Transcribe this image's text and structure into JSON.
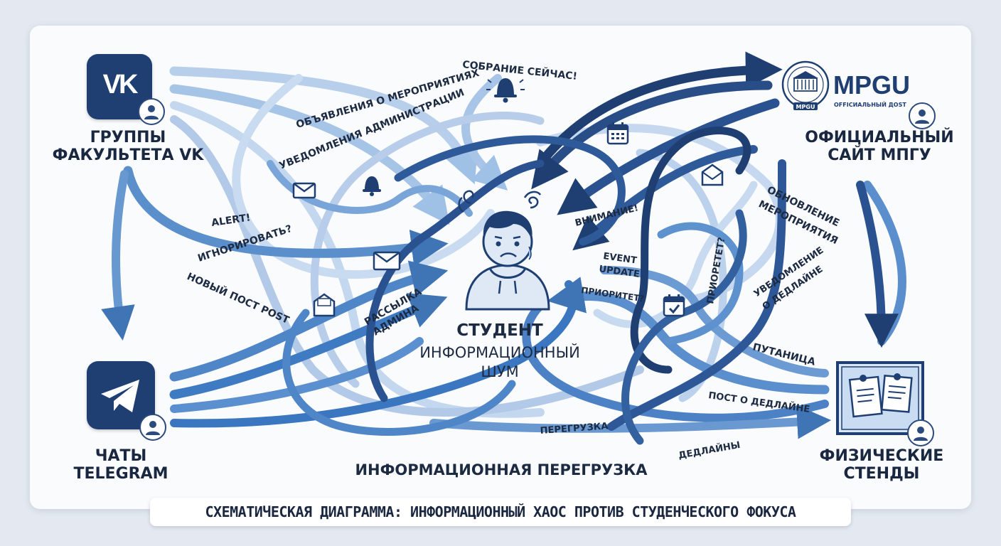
{
  "caption": "СХЕМАТИЧЕСКАЯ ДИАГРАММА: ИНФОРМАЦИОННЫЙ ХАОС ПРОТИВ СТУДЕНЧЕСКОГО ФОКУСА",
  "nodes": {
    "vk": {
      "line1": "ГРУППЫ",
      "line2": "ФАКУЛЬТЕТА VK",
      "logo": "VK"
    },
    "telegram": {
      "line1": "ЧАТЫ",
      "line2": "TELEGRAM"
    },
    "mpgu": {
      "line1": "ОФИЦИАЛЬНЫЙ",
      "line2": "САЙТ МПГУ",
      "logo": "MPGU",
      "logo_sub": "OFFICИАЛЬНЫЙ ДОSТ",
      "seal_text": "MPGU"
    },
    "stands": {
      "line1": "ФИЗИЧЕСКИЕ",
      "line2": "СТЕНДЫ"
    }
  },
  "center": {
    "label": "СТУДЕНТ",
    "noise1": "ИНФОРМАЦИОННЫЙ",
    "noise2": "ШУМ"
  },
  "overload": "ИНФОРМАЦИОННАЯ ПЕРЕГРУЗКА",
  "labels": {
    "meeting": "СОБРАНИЕ СЕЙЧАС!",
    "events": "ОБЪЯВЛЕНИЯ О МЕРОПРИЯТИЯХ",
    "admin": "УВЕДОМЛЕНИЯ АДМИНИСТРАЦИИ",
    "alert": "ALERT!",
    "ignore": "ИГНОРИРОВАТЬ?",
    "newpost": "НОВЫЙ ПОСТ POST",
    "mailing1": "РАССЫЛКА",
    "mailing2": "АДМИНА",
    "attention": "ВНИМАНИЕ!",
    "event_update1": "EVENT",
    "event_update2": "UPDATE",
    "priority1": "ПРИОРИТЕТ?",
    "priority2": "ПРИОРЕТЕТ?",
    "update_events1": "ОБНОВЛЕНИЕ",
    "update_events2": "МЕРОПРИЯТИЯ",
    "deadline_notice1": "УВЕДОМЛЕНИЕ",
    "deadline_notice2": "О ДЕДЛАЙНЕ",
    "confusion": "ПУТАНИЦА",
    "deadline_post": "ПОСТ О ДЕДЛАЙНЕ",
    "overload_small": "ПЕРЕГРУЗКА",
    "deadlines": "ДЕДЛАЙНЫ"
  },
  "colors": {
    "dark": "#1f3f73",
    "mid": "#3f74b5",
    "light": "#9fc1e6"
  }
}
